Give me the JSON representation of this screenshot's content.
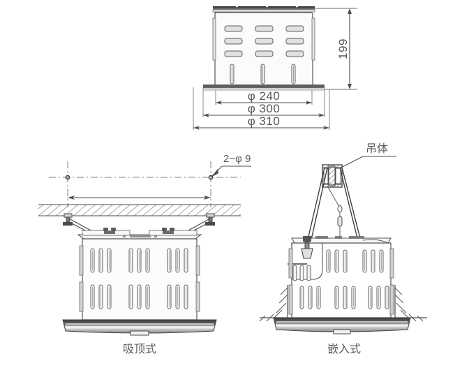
{
  "drawing": {
    "title": "",
    "background_color": "#ffffff",
    "line_color": "#4d4d4d",
    "fill_light": "#f2f2f2",
    "fill_mid": "#d9d9d9",
    "fill_dark": "#4a4a4a",
    "units": "mm"
  },
  "top_view": {
    "name": "elevation-view",
    "height_dim": "199",
    "diameter_dims": [
      {
        "key": "inner",
        "label": "φ 240"
      },
      {
        "key": "middle",
        "label": "φ 300"
      },
      {
        "key": "outer",
        "label": "φ 310"
      }
    ],
    "slot_rows": 3,
    "slot_cols": 3,
    "vent_slots": 3
  },
  "left_view": {
    "name": "surface-mount-view",
    "caption": "吸顶式",
    "hole_callout": "2−φ 9",
    "mount_holes": 2,
    "louver_groups": 3,
    "louver_rows": 2,
    "louvers_per_group": 3
  },
  "right_view": {
    "name": "recessed-mount-view",
    "caption": "嵌入式",
    "hanger_label": "吊体",
    "louver_groups": 3,
    "louver_rows": 2,
    "louvers_per_group": 3
  }
}
